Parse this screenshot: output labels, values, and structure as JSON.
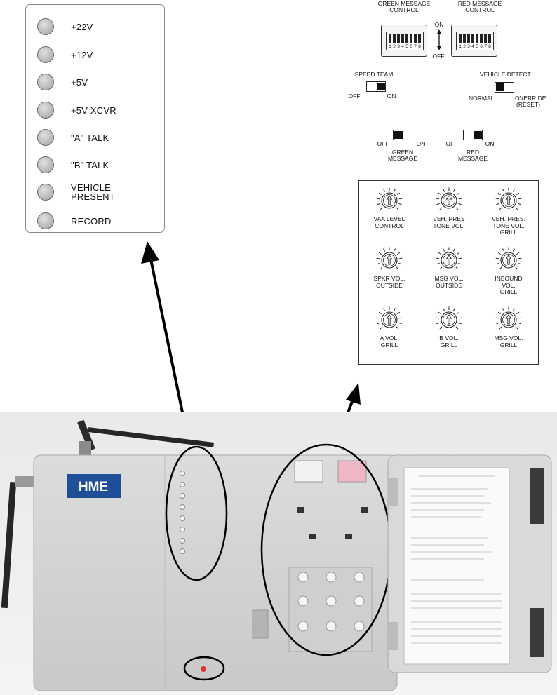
{
  "led_panel": {
    "items": [
      {
        "label": "+22V"
      },
      {
        "label": "+12V"
      },
      {
        "label": "+5V"
      },
      {
        "label": "+5V XCVR"
      },
      {
        "label": "\"A\" TALK"
      },
      {
        "label": "\"B\" TALK"
      },
      {
        "label": "VEHICLE\nPRESENT"
      },
      {
        "label": "RECORD"
      }
    ]
  },
  "switches": {
    "green_dip_title": "GREEN MESSAGE\nCONTROL",
    "red_dip_title": "RED MESSAGE\nCONTROL",
    "dip_numbers": [
      "1",
      "2",
      "3",
      "4",
      "5",
      "6",
      "7",
      "8"
    ],
    "on_label": "ON",
    "off_label": "OFF",
    "speed_team_title": "SPEED TEAM",
    "speed_team_off": "OFF",
    "speed_team_on": "ON",
    "vehicle_detect_title": "VEHICLE DETECT",
    "vehicle_detect_normal": "NORMAL",
    "vehicle_detect_override": "OVERRIDE\n(RESET)",
    "green_message_off": "OFF",
    "green_message_on": "ON",
    "green_message_label": "GREEN\nMESSAGE",
    "red_message_off": "OFF",
    "red_message_on": "ON",
    "red_message_label": "RED\nMESSAGE"
  },
  "knobs": [
    {
      "label": "VAA LEVEL\nCONTROL"
    },
    {
      "label": "VEH. PRES\nTONE VOL."
    },
    {
      "label": "VEH. PRES.\nTONE VOL.\nGRILL"
    },
    {
      "label": "SPKR VOL.\nOUTSIDE"
    },
    {
      "label": "MSG VOL.\nOUTSIDE"
    },
    {
      "label": "INBOUND\nVOL.\nGRILL"
    },
    {
      "label": "A VOL.\nGRILL"
    },
    {
      "label": "B VOL.\nGRILL"
    },
    {
      "label": "MSG VOL.\nGRILL"
    }
  ],
  "device": {
    "brand": "HME"
  },
  "colors": {
    "brand_blue": "#1f4f96",
    "device_body": "#d6d6d6",
    "indicator_red": "#e0322b"
  }
}
